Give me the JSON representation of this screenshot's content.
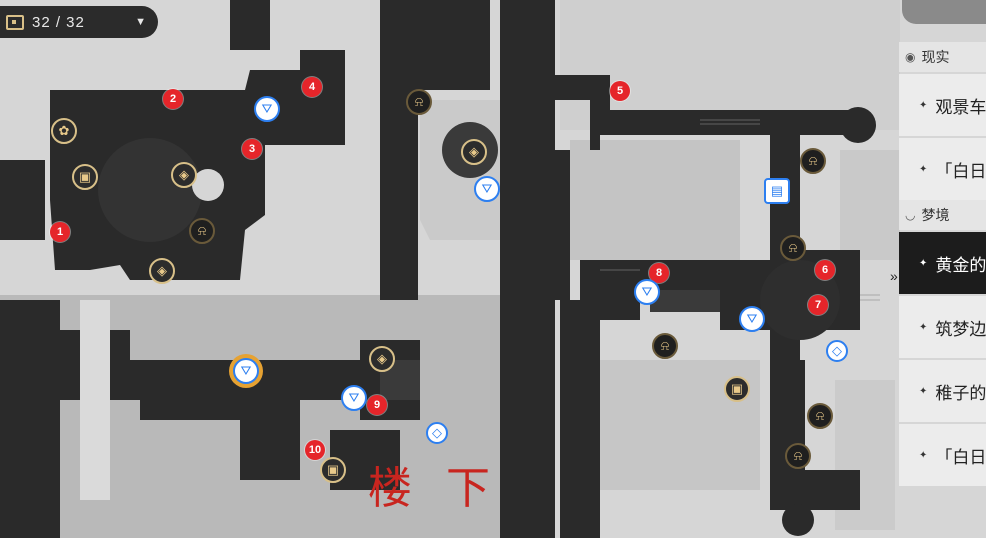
{
  "counter": {
    "text": "32 / 32",
    "icon": "treasure-chest-icon",
    "caret": "▼"
  },
  "panel": {
    "section_real": {
      "label": "现实",
      "icon": "eye-icon"
    },
    "item_1": {
      "label": "观景车",
      "star": "✦"
    },
    "item_2": {
      "label": "「白日",
      "star": "✦"
    },
    "section_dream": {
      "label": "梦境",
      "icon": "dream-icon"
    },
    "item_3": {
      "label": "黄金的",
      "star": "✦",
      "active": true
    },
    "item_4": {
      "label": "筑梦边",
      "star": "✦"
    },
    "item_5": {
      "label": "稚子的",
      "star": "✦"
    },
    "item_6": {
      "label": "「白日",
      "star": "✦"
    },
    "selected_marker": "»"
  },
  "markers": [
    {
      "label": "1"
    },
    {
      "label": "2"
    },
    {
      "label": "3"
    },
    {
      "label": "4"
    },
    {
      "label": "5"
    },
    {
      "label": "6"
    },
    {
      "label": "7"
    },
    {
      "label": "8"
    },
    {
      "label": "9"
    },
    {
      "label": "10"
    }
  ],
  "floor_label": "楼 下",
  "colors": {
    "marker": "#e5252a",
    "teleport": "#2d7ff0",
    "chest": "#d8c089",
    "floor_label": "#c8251f",
    "active_item": "#1c1c1c"
  }
}
